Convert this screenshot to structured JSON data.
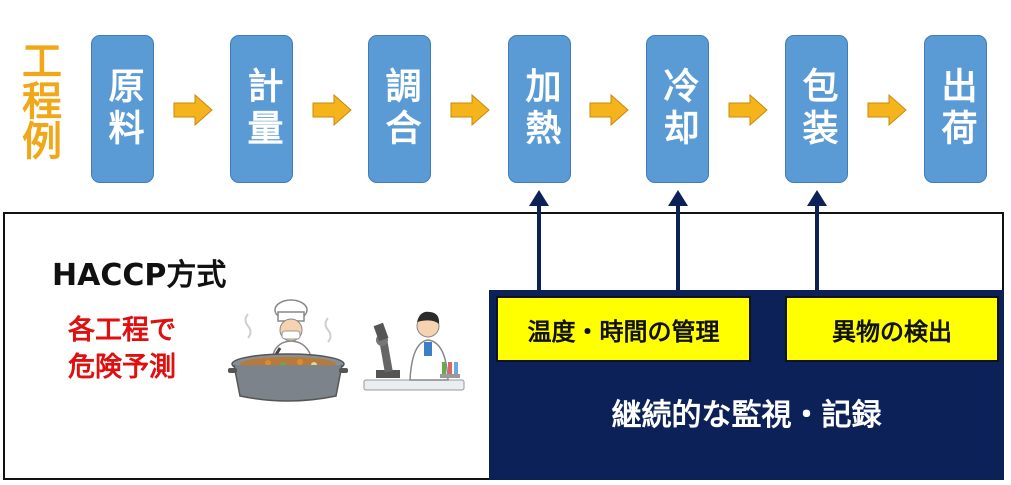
{
  "side_label": "工程例",
  "steps": [
    {
      "label": "原料"
    },
    {
      "label": "計量"
    },
    {
      "label": "調合"
    },
    {
      "label": "加熱"
    },
    {
      "label": "冷却"
    },
    {
      "label": "包装"
    },
    {
      "label": "出荷"
    }
  ],
  "haccp": {
    "title": "HACCP方式",
    "risk_line1": "各工程で",
    "risk_line2": "危険予測"
  },
  "controls": {
    "temp_time": "温度・時間の管理",
    "foreign": "異物の検出",
    "monitoring": "継続的な監視・記録"
  },
  "colors": {
    "step_fill": "#5b9bd5",
    "arrow_fill": "#f5b41c",
    "label_orange": "#f0a818",
    "risk_red": "#e01010",
    "navy": "#0d2159",
    "yellow": "#ffff00"
  },
  "icons": [
    "cooking-pot-illustration",
    "scientist-microscope-illustration"
  ]
}
